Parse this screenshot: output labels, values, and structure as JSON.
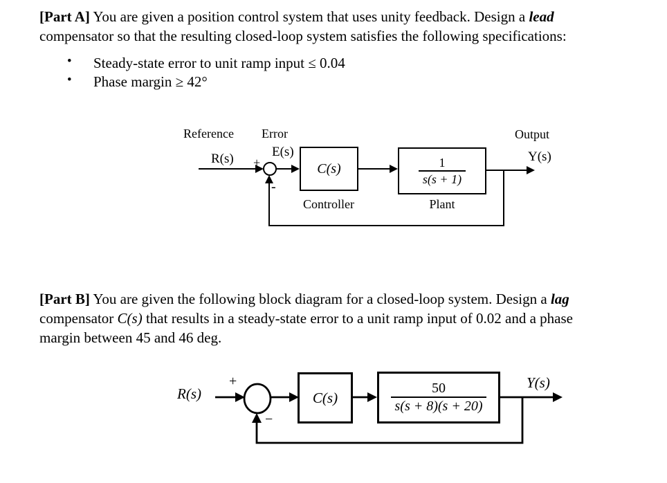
{
  "part_a": {
    "line1_bold": "[Part A]",
    "line1_text": " You are given a position control system that uses unity feedback. Design a ",
    "line1_em": "lead",
    "line2": "compensator so that the resulting closed-loop system satisfies the following specifications:",
    "bullet_glyph": "•",
    "bullet1": "Steady-state error to unit ramp input ≤ 0.04",
    "bullet2": "Phase margin ≥ 42°"
  },
  "diagram_a": {
    "reference_label": "Reference",
    "error_label": "Error",
    "input_signal": "R(s)",
    "error_signal": "E(s)",
    "plus": "+",
    "minus": "-",
    "controller_tf": "C(s)",
    "controller_label": "Controller",
    "plant_num": "1",
    "plant_den": "s(s + 1)",
    "plant_label": "Plant",
    "output_label": "Output",
    "output_signal": "Y(s)"
  },
  "part_b": {
    "line1_bold": "[Part B]",
    "line1_text": " You are given the following block diagram for a closed-loop system. Design a ",
    "line1_em": "lag",
    "line2_pre": "compensator ",
    "line2_math": "C(s)",
    "line2_post": " that results in a steady-state error to a unit ramp input of 0.02 and a phase",
    "line3": "margin between 45 and 46 deg."
  },
  "diagram_b": {
    "input_signal": "R(s)",
    "plus": "+",
    "minus": "−",
    "controller_tf": "C(s)",
    "plant_num": "50",
    "plant_den": "s(s + 8)(s + 20)",
    "output_signal": "Y(s)"
  },
  "colors": {
    "ink": "#000000",
    "paper": "#ffffff"
  }
}
